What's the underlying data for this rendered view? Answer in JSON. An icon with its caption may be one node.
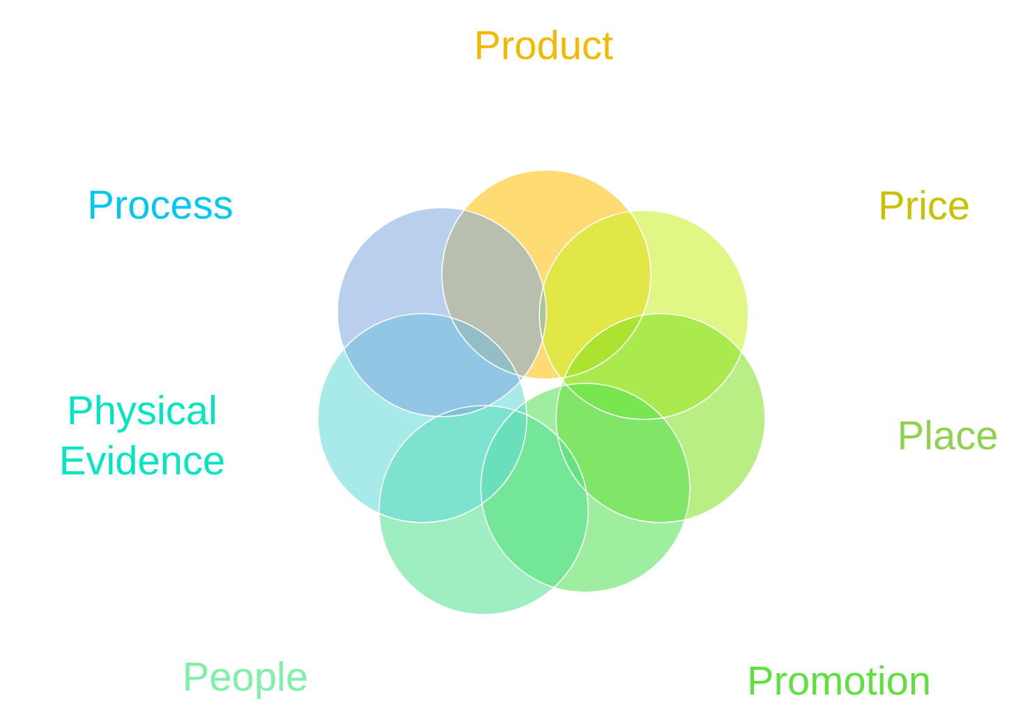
{
  "diagram": {
    "labels": [
      "Product",
      "Process",
      "Price",
      "Physical Evidence",
      "Place",
      "People",
      "Promotion"
    ]
  }
}
